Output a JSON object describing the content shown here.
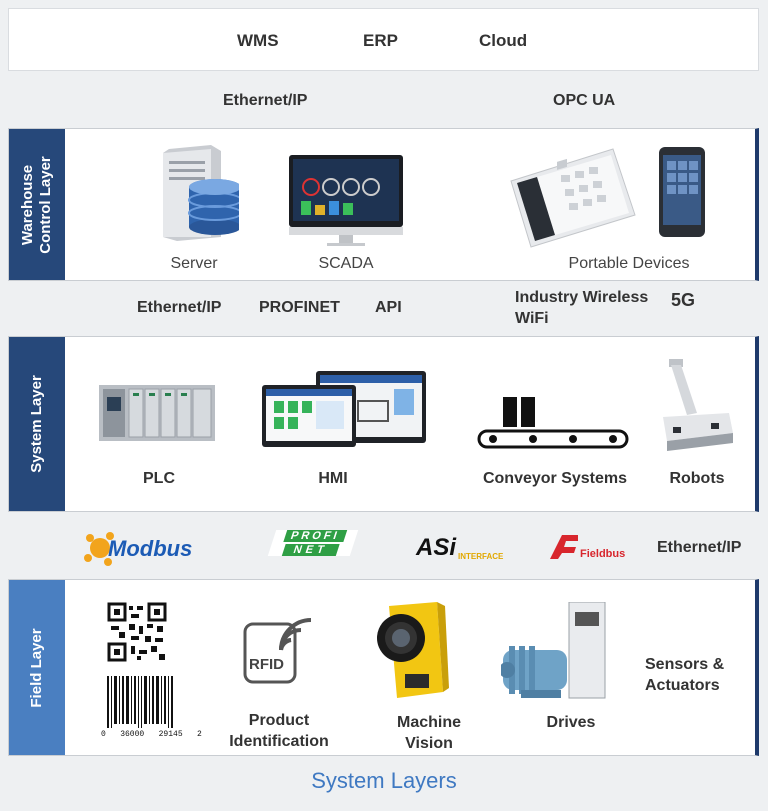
{
  "top_systems": [
    "WMS",
    "ERP",
    "Cloud"
  ],
  "protocols_top": [
    "Ethernet/IP",
    "OPC UA"
  ],
  "warehouse_layer": {
    "tab_label_line1": "Warehouse",
    "tab_label_line2": "Control Layer",
    "devices": [
      "Server",
      "SCADA",
      "Portable Devices"
    ]
  },
  "protocols_mid": [
    "Ethernet/IP",
    "PROFINET",
    "API",
    "Industry Wireless",
    "WiFi",
    "5G"
  ],
  "system_layer": {
    "tab_label": "System Layer",
    "devices": [
      "PLC",
      "HMI",
      "Conveyor Systems",
      "Robots"
    ]
  },
  "fieldbus": {
    "modbus": "Modbus",
    "profi_top": "PROFI",
    "profi_bottom": "NET",
    "asi": "ASi",
    "asi_sub": "INTERFACE",
    "fieldbus": "Fieldbus",
    "ethernet": "Ethernet/IP"
  },
  "field_layer": {
    "tab_label": "Field Layer",
    "barcode_digits": "0   36000   29145   2",
    "rfid_text": "RFID",
    "devices": [
      "Product Identification",
      "Machine Vision",
      "Drives",
      "Sensors & Actuators"
    ]
  },
  "title": "System Layers",
  "colors": {
    "dark_tab": "#26487a",
    "light_tab": "#4a7fc1",
    "title": "#3f79c2"
  }
}
